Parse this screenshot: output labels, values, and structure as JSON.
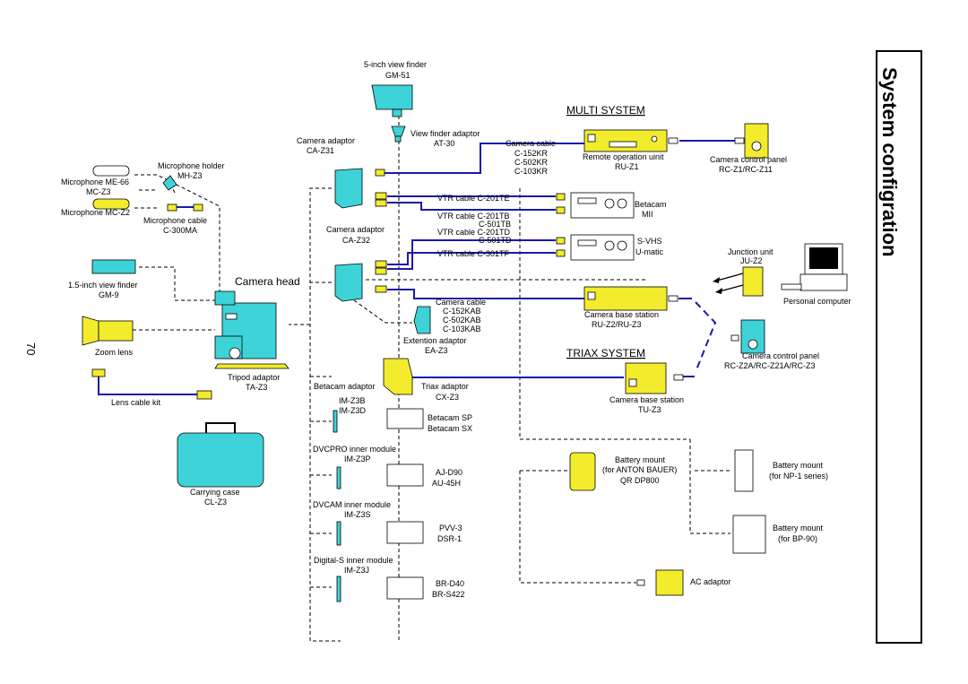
{
  "page": {
    "title": "System configration",
    "page_number": "70",
    "camera_head": "Camera head"
  },
  "systems": {
    "multi": "MULTI SYSTEM",
    "triax": "TRIAX SYSTEM"
  },
  "labels": {
    "vf5_a": "5-inch view finder",
    "vf5_b": "GM-51",
    "vfadapt_a": "View finder adaptor",
    "vfadapt_b": "AT-30",
    "caz31_a": "Camera adaptor",
    "caz31_b": "CA-Z31",
    "micholder_a": "Microphone holder",
    "micholder_b": "MH-Z3",
    "mic_me66": "Microphone ME-66",
    "mic_mcz3": "MC-Z3",
    "mic_mcz2": "Microphone MC-Z2",
    "miccable_a": "Microphone cable",
    "miccable_b": "C-300MA",
    "caz32_a": "Camera adaptor",
    "caz32_b": "CA-Z32",
    "vf15_a": "1.5-inch view finder",
    "vf15_b": "GM-9",
    "zoom": "Zoom lens",
    "tripod_a": "Tripod adaptor",
    "tripod_b": "TA-Z3",
    "lenscable": "Lens cable kit",
    "case_a": "Carrying case",
    "case_b": "CL-Z3",
    "camcable1_a": "Camera cable",
    "camcable1_b": "C-152KR",
    "camcable1_c": "C-502KR",
    "camcable1_d": "C-103KR",
    "ru_a": "Remote operation uinit",
    "ru_b": "RU-Z1",
    "rcz1_a": "Camera control panel",
    "rcz1_b": "RC-Z1/RC-Z11",
    "vtr1": "VTR cable C-201TE",
    "vtr2_a": "VTR cable C-201TB",
    "vtr2_b": "C-501TB",
    "vtr3_a": "VTR cable C-201TD",
    "vtr3_b": "C-501TD",
    "vtr4": "VTR cable C-301TF",
    "betacam_a": "Betacam",
    "betacam_b": "MII",
    "svhs_a": "S-VHS",
    "svhs_b": "U-matic",
    "ju_a": "Junction unit",
    "ju_b": "JU-Z2",
    "pc": "Personal computer",
    "camcable2_a": "Camera cable",
    "camcable2_b": "C-152KAB",
    "camcable2_c": "C-502KAB",
    "camcable2_d": "C-103KAB",
    "ext_a": "Extention adaptor",
    "ext_b": "EA-Z3",
    "cbs1_a": "Camera base station",
    "cbs1_b": "RU-Z2/RU-Z3",
    "rcz2_a": "Camera control panel",
    "rcz2_b": "RC-Z2A/RC-Z21A/RC-Z3",
    "betaadapt": "Betacam adaptor",
    "triaxadapt_a": "Triax adaptor",
    "triaxadapt_b": "CX-Z3",
    "cbs2_a": "Camera base station",
    "cbs2_b": "TU-Z3",
    "imz3b": "IM-Z3B",
    "imz3d": "IM-Z3D",
    "bsp_a": "Betacam SP",
    "bsp_b": "Betacam SX",
    "dvcpro_a": "DVCPRO inner module",
    "dvcpro_b": "IM-Z3P",
    "ajd_a": "AJ-D90",
    "ajd_b": "AU-45H",
    "dvcam_a": "DVCAM inner module",
    "dvcam_b": "IM-Z3S",
    "pvv_a": "PVV-3",
    "pvv_b": "DSR-1",
    "digs_a": "Digital-S inner module",
    "digs_b": "IM-Z3J",
    "brd_a": "BR-D40",
    "brd_b": "BR-S422",
    "bm1_a": "Battery mount",
    "bm1_b": "(for ANTON BAUER)",
    "bm1_c": "QR DP800",
    "bm2_a": "Battery mount",
    "bm2_b": "(for NP-1 series)",
    "bm3_a": "Battery mount",
    "bm3_b": "(for BP-90)",
    "ac": "AC adaptor"
  },
  "colors": {
    "cyan": "#3dd3d8",
    "yellow": "#f2ec2c",
    "blue_cable": "#1a1aa8"
  },
  "icons": [
    "camera-head-icon",
    "vtr-deck-icon",
    "monitor-computer-icon",
    "carrying-case-icon",
    "microphone-icon",
    "battery-icon"
  ]
}
